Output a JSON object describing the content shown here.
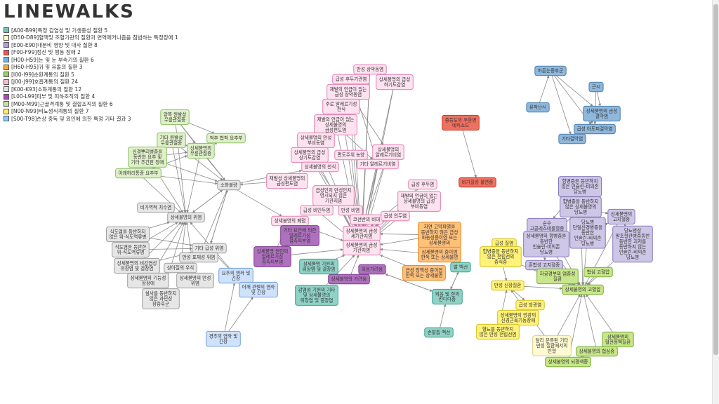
{
  "app_title": "LINEWALKS",
  "legend": [
    {
      "label": "[A00-B99]특정 감염성 및 기생충성 질환 5",
      "color": "#73c6b6"
    },
    {
      "label": "[D50-D89]혈액및 조혈기관의 질환과 면역메커니즘을 침범하는 특정장애 1",
      "color": "#fff9c4"
    },
    {
      "label": "[E00-E90]내분비 영양 및 대사 질환 8",
      "color": "#b39ddb"
    },
    {
      "label": "[F00-F99]정신 및 행동 장애 2",
      "color": "#ef5350"
    },
    {
      "label": "[H00-H59]눈 및 눈 부속기의 질환 6",
      "color": "#64b5f6"
    },
    {
      "label": "[H60-H95]귀 및 유돌의 질환 3",
      "color": "#ffa726"
    },
    {
      "label": "[I00-I99]순환계통의 질환 5",
      "color": "#9ccc65"
    },
    {
      "label": "[J00-J99]호흡계통의 질환 24",
      "color": "#f8bbd0"
    },
    {
      "label": "[K00-K93]소화계통의 질환 12",
      "color": "#e0e0e0"
    },
    {
      "label": "[L00-L99]피부 및 피하조직의 질환 4",
      "color": "#ab47bc"
    },
    {
      "label": "[M00-M99]근골격계통 및 결합조직의 질환 6",
      "color": "#c5e1a5"
    },
    {
      "label": "[N00-N99]비뇨생식계통의 질환 7",
      "color": "#ffee58"
    },
    {
      "label": "[S00-T98]손상 중독 및 외인에 의한 특정 기타 결과 3",
      "color": "#90caf9"
    }
  ],
  "groups": {
    "resp": {
      "fill": "#fde2ef",
      "stroke": "#e57fb4"
    },
    "digest": {
      "fill": "#e6e6e6",
      "stroke": "#9e9e9e"
    },
    "musc": {
      "fill": "#dff0c8",
      "stroke": "#8bc06a"
    },
    "skin": {
      "fill": "#b070c0",
      "stroke": "#7b3d8a"
    },
    "infect": {
      "fill": "#8fd3c7",
      "stroke": "#3c9e8d"
    },
    "ear": {
      "fill": "#ffc07a",
      "stroke": "#e08a20"
    },
    "injury": {
      "fill": "#cfe2fb",
      "stroke": "#6f9fdc"
    },
    "eye": {
      "fill": "#8fb8dc",
      "stroke": "#4a7fae"
    },
    "psych": {
      "fill": "#f07060",
      "stroke": "#c0392b"
    },
    "endo": {
      "fill": "#cdc6e6",
      "stroke": "#8679b8"
    },
    "uro": {
      "fill": "#fff27a",
      "stroke": "#d5c020"
    },
    "circ": {
      "fill": "#c8e68a",
      "stroke": "#79ad3a"
    },
    "blood": {
      "fill": "#fffad2",
      "stroke": "#d8cf80"
    }
  },
  "nodes": [
    {
      "id": "n1",
      "g": "resp",
      "lines": [
        "만성 상악동염"
      ]
    },
    {
      "id": "n2",
      "g": "resp",
      "lines": [
        "급성 후두기관염"
      ]
    },
    {
      "id": "n3",
      "g": "resp",
      "lines": [
        "상세불명의 급성",
        "하기도감염"
      ]
    },
    {
      "id": "n4",
      "g": "resp",
      "lines": [
        "재발의 언급이 없는",
        "급성 상악동염"
      ]
    },
    {
      "id": "n5",
      "g": "resp",
      "lines": [
        "주로 알레르기성",
        "천식"
      ]
    },
    {
      "id": "n6",
      "g": "resp",
      "lines": [
        "재발의 언급이 없는",
        "상세불명의",
        "급성편도염"
      ]
    },
    {
      "id": "n7",
      "g": "resp",
      "lines": [
        "상세불명의 만성",
        "부비동염"
      ]
    },
    {
      "id": "n8",
      "g": "resp",
      "lines": [
        "상세불명의 급성",
        "상기도감염"
      ]
    },
    {
      "id": "n9",
      "g": "resp",
      "lines": [
        "편도주위 농양"
      ]
    },
    {
      "id": "n10",
      "g": "resp",
      "lines": [
        "상세불명의",
        "알레르기비염"
      ]
    },
    {
      "id": "n11",
      "g": "resp",
      "lines": [
        "기타 알레르기비염"
      ]
    },
    {
      "id": "n12",
      "g": "resp",
      "lines": [
        "상세불명의 천식"
      ]
    },
    {
      "id": "n13",
      "g": "resp",
      "lines": [
        "재발성 상세불명의",
        "급성편도염"
      ]
    },
    {
      "id": "n14",
      "g": "resp",
      "lines": [
        "급성 후두염"
      ]
    },
    {
      "id": "n15",
      "g": "resp",
      "lines": [
        "급성인지 만성인지",
        "명시되지 않은",
        "기관지염"
      ]
    },
    {
      "id": "n16",
      "g": "resp",
      "lines": [
        "재발의 언급이 없는",
        "상세불명의 급성",
        "부비동염"
      ]
    },
    {
      "id": "n17",
      "g": "resp",
      "lines": [
        "급성 비인두염"
      ]
    },
    {
      "id": "n18",
      "g": "resp",
      "lines": [
        "만성 비염"
      ]
    },
    {
      "id": "n19",
      "g": "resp",
      "lines": [
        "코선반의 비대"
      ]
    },
    {
      "id": "n20",
      "g": "resp",
      "lines": [
        "급성 인두염"
      ]
    },
    {
      "id": "n21",
      "g": "resp",
      "lines": [
        "상세불명의 폐렴"
      ]
    },
    {
      "id": "n22",
      "g": "resp",
      "lines": [
        "상세불명의 급성",
        "세기관지염"
      ]
    },
    {
      "id": "n23",
      "g": "resp",
      "lines": [
        "상세불명의 급성",
        "기관지염"
      ]
    },
    {
      "id": "n24",
      "g": "digest",
      "lines": [
        "소화불량"
      ]
    },
    {
      "id": "n25",
      "g": "digest",
      "lines": [
        "비가역적 치수염"
      ]
    },
    {
      "id": "n26",
      "g": "digest",
      "lines": [
        "상세불명의 위염"
      ]
    },
    {
      "id": "n27",
      "g": "digest",
      "lines": [
        "식도염을 동반하지",
        "않은 위-식도역류병"
      ]
    },
    {
      "id": "n28",
      "g": "digest",
      "lines": [
        "식도염을 동반한",
        "위-식도역류병"
      ]
    },
    {
      "id": "n29",
      "g": "digest",
      "lines": [
        "기타 급성 위염"
      ]
    },
    {
      "id": "n30",
      "g": "digest",
      "lines": [
        "상세불명의 비감염성",
        "위장염 및 결장염"
      ]
    },
    {
      "id": "n31",
      "g": "digest",
      "lines": [
        "만성 표재성 위염"
      ]
    },
    {
      "id": "n32",
      "g": "digest",
      "lines": [
        "상아질의 우식"
      ]
    },
    {
      "id": "n33",
      "g": "digest",
      "lines": [
        "상세불명의 기능성",
        "장장애"
      ]
    },
    {
      "id": "n34",
      "g": "digest",
      "lines": [
        "상세불명의 만성",
        "위염"
      ]
    },
    {
      "id": "n35",
      "g": "digest",
      "lines": [
        "설사를 동반하지",
        "않은 과민성",
        "장증후군"
      ]
    },
    {
      "id": "n36",
      "g": "musc",
      "lines": [
        "양쪽 원발성",
        "무릎관절증"
      ]
    },
    {
      "id": "n37",
      "g": "musc",
      "lines": [
        "기타 원발성",
        "무릎관절증"
      ]
    },
    {
      "id": "n38",
      "g": "musc",
      "lines": [
        "척추 협착 요추부"
      ]
    },
    {
      "id": "n39",
      "g": "musc",
      "lines": [
        "상세불명의",
        "무릎관절증"
      ]
    },
    {
      "id": "n40",
      "g": "musc",
      "lines": [
        "신경뿌리병증을",
        "동반한 요추 및",
        "기타 추간판 장애"
      ]
    },
    {
      "id": "n41",
      "g": "musc",
      "lines": [
        "아래허리통증 요추부"
      ]
    },
    {
      "id": "n42",
      "g": "skin",
      "lines": [
        "기타 요인에 의한",
        "알레르기성",
        "접촉피부염"
      ]
    },
    {
      "id": "n43",
      "g": "skin",
      "lines": [
        "상세불명 원인의",
        "알레르기성",
        "접촉피부염"
      ]
    },
    {
      "id": "n44",
      "g": "skin",
      "lines": [
        "상세불명의 가려움"
      ]
    },
    {
      "id": "n45",
      "g": "skin",
      "lines": [
        "외음가려움"
      ]
    },
    {
      "id": "n46",
      "g": "infect",
      "lines": [
        "상세불명 기원의",
        "위장염 및 결장염"
      ]
    },
    {
      "id": "n47",
      "g": "infect",
      "lines": [
        "감염성 기원의 기타",
        "및 상세불명의",
        "위장염 및 결장염"
      ]
    },
    {
      "id": "n48",
      "g": "infect",
      "lines": [
        "외음 및 질의",
        "칸디다증"
      ]
    },
    {
      "id": "n49",
      "g": "infect",
      "lines": [
        "발 백선"
      ]
    },
    {
      "id": "n50",
      "g": "infect",
      "lines": [
        "손발톱 백선"
      ]
    },
    {
      "id": "n51",
      "g": "ear",
      "lines": [
        "자연 고막파열을",
        "동반하지 않은 급성",
        "화농성중이염 또는",
        "상세불명의"
      ]
    },
    {
      "id": "n52",
      "g": "ear",
      "lines": [
        "상세불명의 중이염",
        "한쪽 또는 상세불명"
      ]
    },
    {
      "id": "n53",
      "g": "ear",
      "lines": [
        "급성 장액성 중이염",
        "한쪽 또는 상세불명"
      ]
    },
    {
      "id": "n54",
      "g": "injury",
      "lines": [
        "요추의 염좌 및",
        "긴장"
      ]
    },
    {
      "id": "n55",
      "g": "injury",
      "lines": [
        "어깨 관절의 염좌",
        "및 긴장"
      ]
    },
    {
      "id": "n56",
      "g": "injury",
      "lines": [
        "경추의 염좌 및",
        "긴장"
      ]
    },
    {
      "id": "n57",
      "g": "eye",
      "lines": [
        "마른눈증후군"
      ]
    },
    {
      "id": "n58",
      "g": "eye",
      "lines": [
        "근시"
      ]
    },
    {
      "id": "n59",
      "g": "eye",
      "lines": [
        "유착난시"
      ]
    },
    {
      "id": "n60",
      "g": "eye",
      "lines": [
        "상세불명의 급성",
        "결막염"
      ]
    },
    {
      "id": "n61",
      "g": "eye",
      "lines": [
        "급성 아토피결막염"
      ]
    },
    {
      "id": "n62",
      "g": "eye",
      "lines": [
        "기타결막염"
      ]
    },
    {
      "id": "n63",
      "g": "psych",
      "lines": [
        "중등도의 우울병",
        "에피소드"
      ]
    },
    {
      "id": "n64",
      "g": "psych",
      "lines": [
        "비기질성 불면증"
      ]
    },
    {
      "id": "n65",
      "g": "endo",
      "lines": [
        "합병증을 동반하지",
        "않은 인슐린-비의존",
        "당뇨병"
      ]
    },
    {
      "id": "n66",
      "g": "endo",
      "lines": [
        "합병증을 동반하지",
        "않은 상세불명의",
        "당뇨병"
      ]
    },
    {
      "id": "n67",
      "g": "endo",
      "lines": [
        "상세불명의",
        "고지혈증"
      ]
    },
    {
      "id": "n68",
      "g": "endo",
      "lines": [
        "순수",
        "고콜레스테롤혈증"
      ]
    },
    {
      "id": "n69",
      "g": "endo",
      "lines": [
        "당뇨병",
        "단일신경병증을",
        "동반한",
        "인슐린-비의존",
        "당뇨병"
      ]
    },
    {
      "id": "n70",
      "g": "endo",
      "lines": [
        "상세불명의 합병증을",
        "동반한",
        "인슐린-비의존",
        "당뇨병"
      ]
    },
    {
      "id": "n71",
      "g": "endo",
      "lines": [
        "당뇨병성",
        "말초혈관병증동반",
        "동반한 괴저를",
        "동반하지 않는",
        "인슐린-비의존",
        "당뇨병"
      ]
    },
    {
      "id": "n72",
      "g": "endo",
      "lines": [
        "혼합성 고지혈증"
      ]
    },
    {
      "id": "n73",
      "g": "uro",
      "lines": [
        "급성 질염"
      ]
    },
    {
      "id": "n74",
      "g": "uro",
      "lines": [
        "합병증을 동반하지",
        "않은 전립선의",
        "증식증"
      ]
    },
    {
      "id": "n75",
      "g": "uro",
      "lines": [
        "만성 신장질환"
      ]
    },
    {
      "id": "n76",
      "g": "uro",
      "lines": [
        "급성 방광염"
      ]
    },
    {
      "id": "n77",
      "g": "uro",
      "lines": [
        "상세불명의 방광의",
        "신경근육기능장애"
      ]
    },
    {
      "id": "n78",
      "g": "uro",
      "lines": [
        "혈뇨를 동반하지",
        "않은 만성 전립선염"
      ]
    },
    {
      "id": "n79",
      "g": "circ",
      "lines": [
        "자궁경부의 염증성",
        "질환"
      ]
    },
    {
      "id": "n80",
      "g": "circ",
      "lines": [
        "협심 고혈압"
      ]
    },
    {
      "id": "n81",
      "g": "circ",
      "lines": [
        "상세불명의 고혈압"
      ]
    },
    {
      "id": "n82",
      "g": "circ",
      "lines": [
        "상세불명의",
        "혈전정맥질환"
      ]
    },
    {
      "id": "n83",
      "g": "circ",
      "lines": [
        "상세불명의 협심증"
      ]
    },
    {
      "id": "n84",
      "g": "circ",
      "lines": [
        "상세불명의 뇌경색증"
      ]
    },
    {
      "id": "n85",
      "g": "blood",
      "lines": [
        "달리 분류된 기타",
        "만성 질환에서의",
        "빈혈"
      ]
    }
  ]
}
